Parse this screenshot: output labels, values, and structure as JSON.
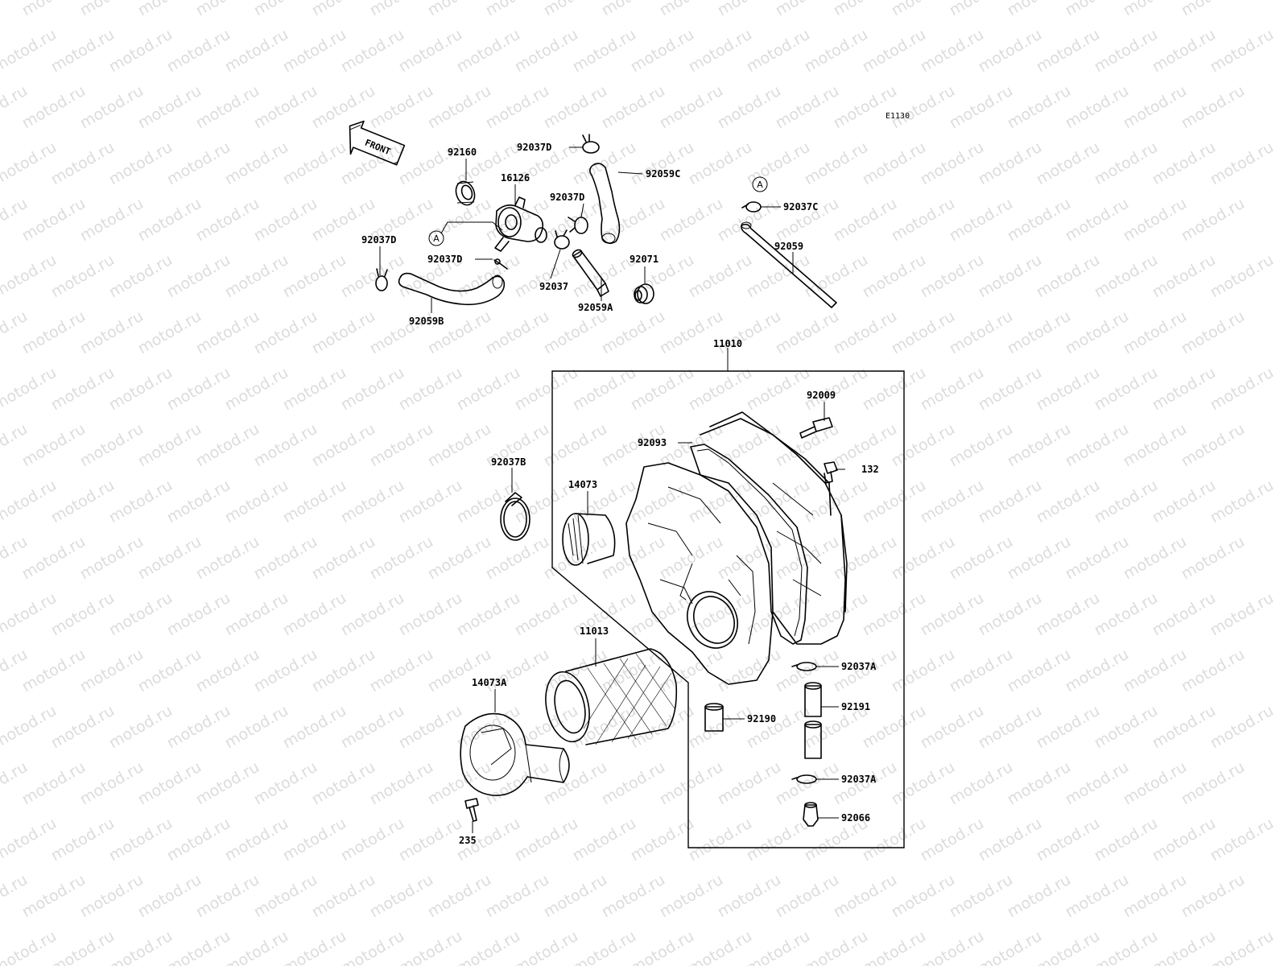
{
  "diagram_code": "E1130",
  "front_label": "FRONT",
  "reference_marker": "A",
  "watermark": "motod.ru",
  "part_labels": {
    "p92037D_top": "92037D",
    "p92160": "92160",
    "p16126": "16126",
    "p92059C": "92059C",
    "p92037D_mid": "92037D",
    "p92037D_left": "92037D",
    "p92037D_a": "92037D",
    "p92037": "92037",
    "p92071": "92071",
    "p92059A": "92059A",
    "p92059B": "92059B",
    "p92037C": "92037C",
    "p92059": "92059",
    "p11010": "11010",
    "p92009": "92009",
    "p92093": "92093",
    "p132": "132",
    "p92037B": "92037B",
    "p14073": "14073",
    "p11013": "11013",
    "p14073A": "14073A",
    "p235": "235",
    "p92037A_top": "92037A",
    "p92191": "92191",
    "p92190": "92190",
    "p92037A_bot": "92037A",
    "p92066": "92066"
  }
}
